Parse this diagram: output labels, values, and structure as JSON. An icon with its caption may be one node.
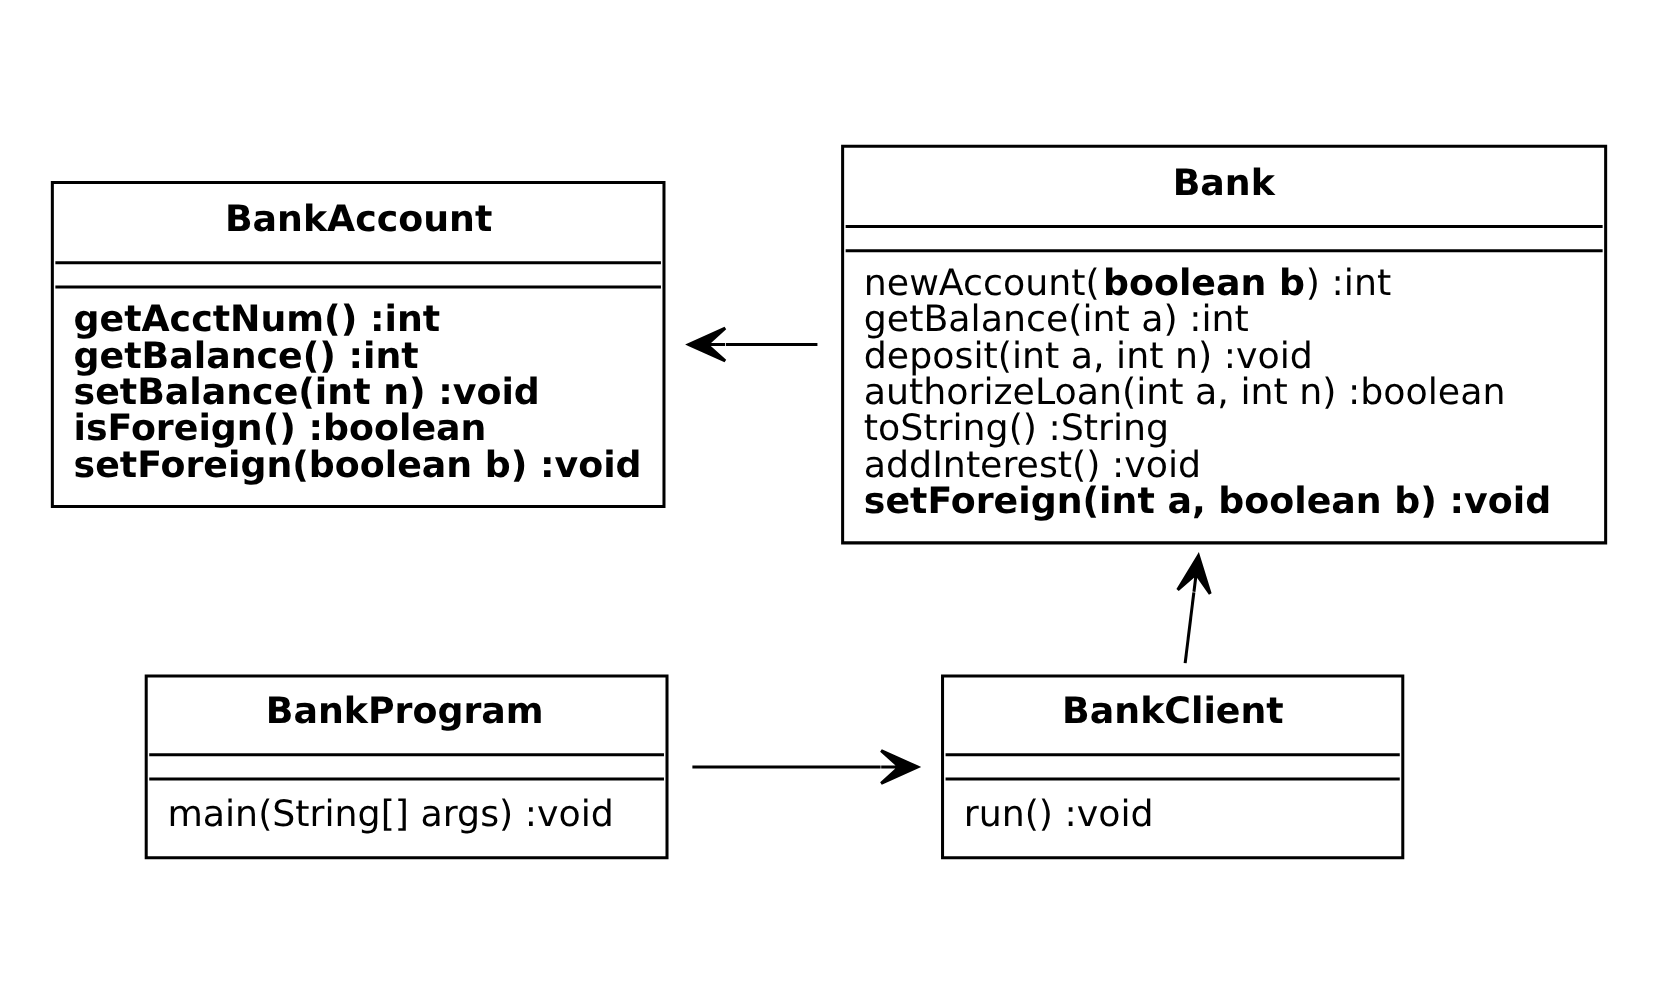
{
  "diagram": {
    "nodes": [
      {
        "text": [
          "BankProgram",
          "main(String[] args) :void"
        ]
      },
      {
        "text": [
          "BankClient",
          "run() :void"
        ]
      },
      {
        "text": [
          "Bank",
          "newAccount(**boolean b**) :int",
          "getBalance(int a) :int",
          "deposit(int a, int n) :void",
          "authorizeLoan(int a, int n) :boolean",
          "toString() :String",
          "addInterest() :void",
          "setForeign(int a, boolean b) :void"
        ]
      },
      {
        "text": [
          "BankAccount",
          "getAcctNum() :int",
          "getBalance() :int",
          "setBalance(int n) :void",
          "isForeign() :boolean",
          "setForeign(boolean b) :void"
        ]
      }
    ],
    "edges": [
      {
        "from": 0,
        "to": 1,
        "arrow": "to"
      },
      {
        "from": 1,
        "to": 2,
        "arrow": "to"
      },
      {
        "from": 2,
        "to": 3,
        "arrow": "to"
      }
    ]
  }
}
